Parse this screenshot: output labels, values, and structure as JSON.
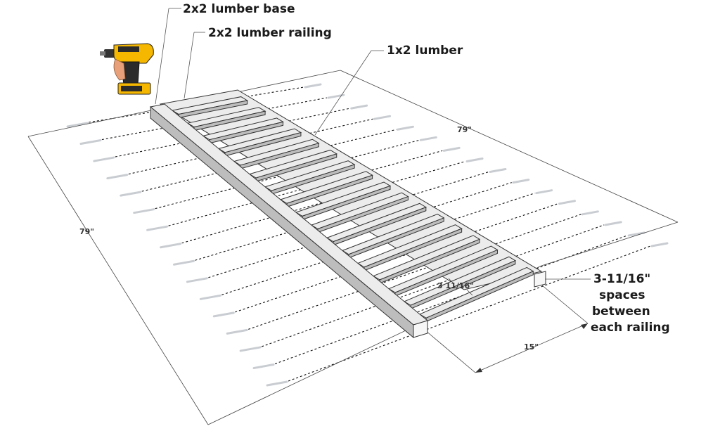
{
  "labels": {
    "base": "2x2 lumber base",
    "railing": "2x2 lumber railing",
    "slat": "1x2 lumber",
    "spacing_line1": "3-11/16\"",
    "spacing_line2": "spaces",
    "spacing_line3": "between",
    "spacing_line4": "each railing"
  },
  "dimensions": {
    "top_length": "79\"",
    "left_length": "79\"",
    "width": "15\"",
    "spacing": "3 11/16\""
  },
  "colors": {
    "drill_body": "#f5b700",
    "drill_grip": "#2b2b2b",
    "lumber_top": "#ececec",
    "lumber_side": "#bdbdbd",
    "screw": "#c9cdd2"
  },
  "icons": {
    "tool": "cordless-drill-icon"
  }
}
